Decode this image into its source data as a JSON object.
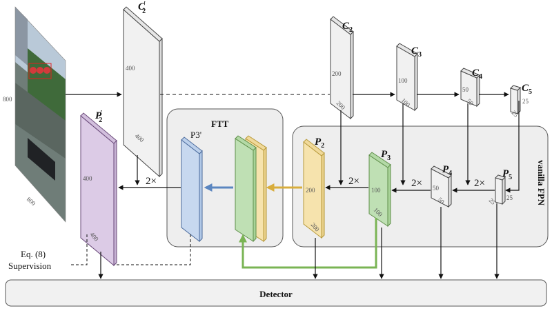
{
  "input_image": {
    "dim_left": "800",
    "dim_bottom": "800"
  },
  "c2_prime": {
    "symbol": "C",
    "sub": "2",
    "prime": "′",
    "dim_h": "400",
    "dim_w": "400"
  },
  "p2_prime": {
    "symbol": "P",
    "sub": "2",
    "prime": "′",
    "dim_h": "400",
    "dim_w": "400"
  },
  "c2": {
    "symbol": "C",
    "sub": "2",
    "dim_h": "200",
    "dim_w": "200"
  },
  "c3": {
    "symbol": "C",
    "sub": "3",
    "dim_h": "100",
    "dim_w": "100"
  },
  "c4": {
    "symbol": "C",
    "sub": "4",
    "dim_h": "50",
    "dim_w": "50"
  },
  "c5": {
    "symbol": "C",
    "sub": "5",
    "dim_h": "25",
    "dim_w": "25"
  },
  "p2": {
    "symbol": "P",
    "sub": "2",
    "dim_h": "200",
    "dim_w": "200"
  },
  "p3": {
    "symbol": "P",
    "sub": "3",
    "dim_h": "100",
    "dim_w": "100"
  },
  "p4": {
    "symbol": "P",
    "sub": "4",
    "dim_h": "50",
    "dim_w": "50"
  },
  "p5": {
    "symbol": "P",
    "sub": "5",
    "dim_h": "25",
    "dim_w": "25"
  },
  "p3_prime_label": "P3'",
  "ftt_label": "FTT",
  "vanilla_fpn_label": "vanilla FPN",
  "upsample_labels": [
    "2×",
    "2×",
    "2×",
    "2×"
  ],
  "eq_label": "Eq. (8)",
  "supervision_label": "Supervision",
  "detector_label": "Detector",
  "colors": {
    "gray_block": "#f1f1f1",
    "purple_block": "#dccbe6",
    "blue_block": "#c7d8ef",
    "green_block": "#bfe0b4",
    "yellow_block": "#f6e3ad",
    "blue_arrow": "#5b86c0",
    "yellow_arrow": "#d8ad3c",
    "green_arrow": "#7ab454",
    "panel_fill": "#eeeeee"
  }
}
